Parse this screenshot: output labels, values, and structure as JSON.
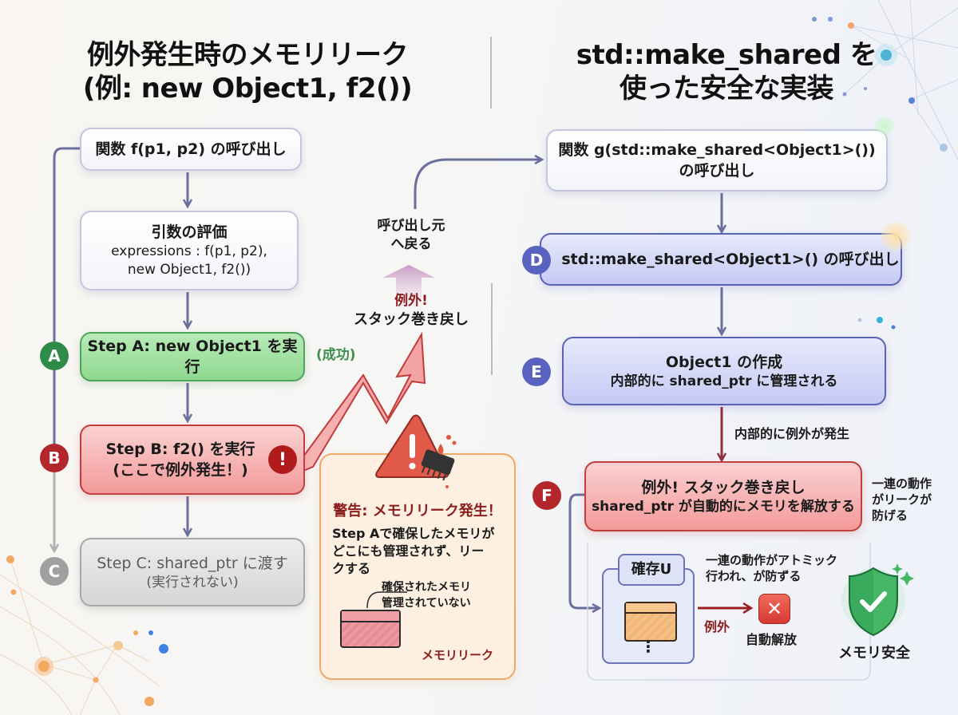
{
  "left": {
    "title_line1": "例外発生時のメモリリーク",
    "title_line2": "(例: new Object1, f2())",
    "call_box": "関数 f(p1, p2) の呼び出し",
    "eval_box": {
      "title": "引数の評価",
      "line1": "expressions : f(p1, p2),",
      "line2": "new Object1, f2())"
    },
    "step_a": {
      "badge": "A",
      "label": "Step A: new Object1 を実行",
      "note": "(成功)"
    },
    "step_b": {
      "badge": "B",
      "line1": "Step B: f2() を実行",
      "line2": "(ここで例外発生！)",
      "icon": "!"
    },
    "step_c": {
      "badge": "C",
      "line1": "Step C: shared_ptr に渡す",
      "line2": "(実行されない)"
    }
  },
  "middle": {
    "return_label_line1": "呼び出し元",
    "return_label_line2": "へ戻る",
    "exception_label": "例外!",
    "unwind_label": "スタック巻き戻し",
    "warning": {
      "title": "警告: メモリリーク発生！",
      "body_line1": "Step Aで確保したメモリが",
      "body_line2": "どこにも管理されず、リー",
      "body_line3": "クする",
      "memory_note_line1": "確保されたメモリ",
      "memory_note_line2": "管理されていない",
      "leak_label": "メモリリーク"
    }
  },
  "right": {
    "title_line1": "std::make_shared を",
    "title_line2": "使った安全な実装",
    "call_box_line1": "関数 g(std::make_shared<Object1>())",
    "call_box_line2": "の呼び出し",
    "step_d": {
      "badge": "D",
      "label": "std::make_shared<Object1>() の呼び出し"
    },
    "step_e": {
      "badge": "E",
      "line1": "Object1 の作成",
      "line2": "内部的に shared_ptr に管理される"
    },
    "internal_exception": "内部的に例外が発生",
    "step_f": {
      "badge": "F",
      "line1": "例外! スタック巻き戻し",
      "line2": "shared_ptr が自動的にメモリを解放する"
    },
    "side_note_line1": "一連の動作",
    "side_note_line2": "がリークが",
    "side_note_line3": "防げる",
    "inner": {
      "alloc_label": "確存U",
      "atomic_line1": "一連の動作がアトミック",
      "atomic_line2": "行われ、が防ずる",
      "exception_label": "例外",
      "auto_release": "自動解放",
      "dots": "⋮"
    },
    "safe_label": "メモリ安全"
  },
  "colors": {
    "arrow": "#6a6f9c",
    "green": "#2e8b4a",
    "red": "#b3262b",
    "orange": "#f0a55a",
    "blue_badge": "#5a62c0"
  }
}
